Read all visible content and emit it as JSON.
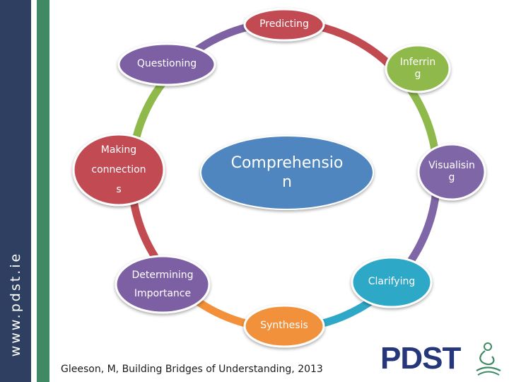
{
  "sidebar": {
    "url_text": "www.pdst.ie"
  },
  "diagram": {
    "center": {
      "label": "Comprehensio\nn",
      "color": "#4f86c0"
    },
    "nodes": [
      {
        "id": "predicting",
        "label": "Predicting",
        "color": "#c24b52"
      },
      {
        "id": "inferring",
        "label": "Inferrin\ng",
        "color": "#8fb94b"
      },
      {
        "id": "visualising",
        "label": "Visualisin\ng",
        "color": "#7f66a6"
      },
      {
        "id": "clarifying",
        "label": "Clarifying",
        "color": "#2fa8c7"
      },
      {
        "id": "synthesis",
        "label": "Synthesis",
        "color": "#f2913a"
      },
      {
        "id": "determining",
        "label": "Determining\nImportance",
        "color": "#7d61a3"
      },
      {
        "id": "making",
        "label": "Making\nconnection\ns",
        "color": "#c24b52"
      },
      {
        "id": "questioning",
        "label": "Questioning",
        "color": "#7d61a3"
      }
    ],
    "connectors": [
      {
        "from": "predicting",
        "to": "inferring",
        "color": "#c24b52"
      },
      {
        "from": "inferring",
        "to": "visualising",
        "color": "#8fb94b"
      },
      {
        "from": "visualising",
        "to": "clarifying",
        "color": "#7f66a6"
      },
      {
        "from": "clarifying",
        "to": "synthesis",
        "color": "#2fa8c7"
      },
      {
        "from": "synthesis",
        "to": "determining",
        "color": "#f2913a"
      },
      {
        "from": "determining",
        "to": "making",
        "color": "#c24b52"
      },
      {
        "from": "making",
        "to": "questioning",
        "color": "#8fb94b"
      },
      {
        "from": "questioning",
        "to": "predicting",
        "color": "#7d61a3"
      }
    ]
  },
  "citation": "Gleeson, M, Building Bridges of Understanding, 2013",
  "logo": {
    "text": "PDST",
    "color": "#26367a",
    "accent_color": "#3f8a64"
  }
}
